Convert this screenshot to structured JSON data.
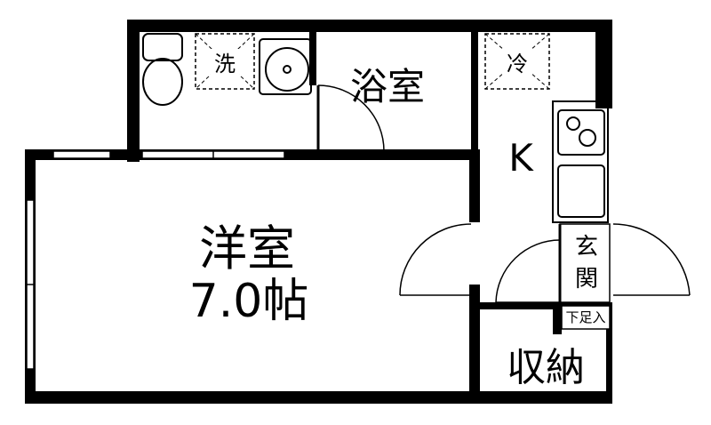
{
  "rooms": {
    "western_room_name": "洋室",
    "western_room_size": "7.0帖",
    "bath": "浴室",
    "kitchen": "K",
    "storage": "収納",
    "entrance_line1": "玄",
    "entrance_line2": "関",
    "shoe_box": "下足入"
  },
  "fixtures": {
    "washer_label": "洗",
    "fridge_label": "冷"
  },
  "colors": {
    "wall": "#000000",
    "background": "#ffffff"
  }
}
